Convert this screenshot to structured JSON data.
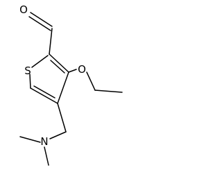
{
  "atoms": {
    "oxygen_aldehyde": "O",
    "sulfur": "S",
    "oxygen_ether": "O",
    "nitrogen": "N"
  },
  "colors": {
    "bond": "#000000",
    "background": "#ffffff"
  }
}
